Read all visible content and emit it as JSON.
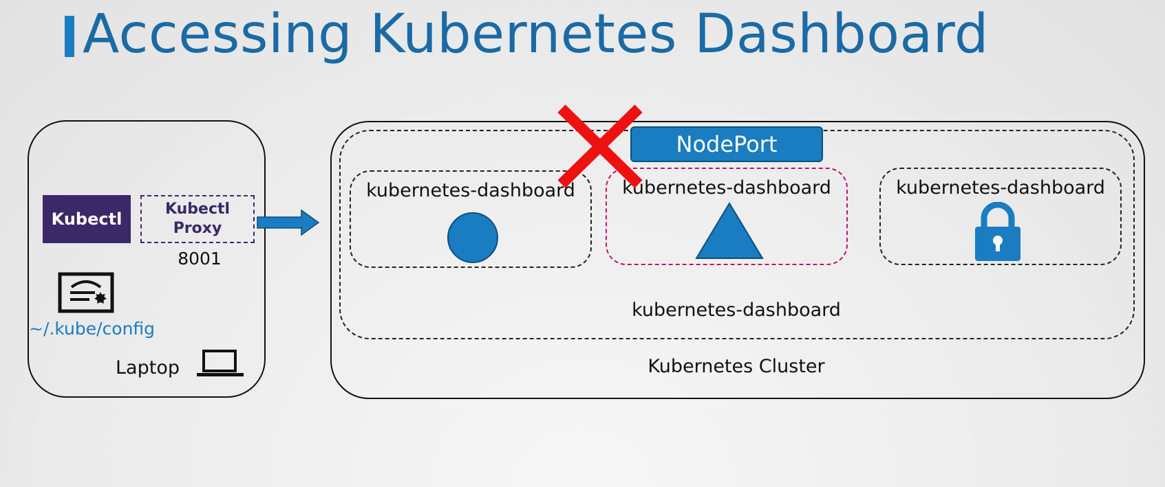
{
  "title": "Accessing Kubernetes Dashboard",
  "laptop": {
    "kubectl_label": "Kubectl",
    "proxy_line1": "Kubectl",
    "proxy_line2": "Proxy",
    "port": "8001",
    "config_path": "~/.kube/config",
    "label": "Laptop"
  },
  "cluster": {
    "label": "Kubernetes Cluster",
    "namespace_label": "kubernetes-dashboard",
    "nodeport_label": "NodePort",
    "pods": [
      {
        "label": "kubernetes-dashboard",
        "icon": "circle-icon"
      },
      {
        "label": "kubernetes-dashboard",
        "icon": "triangle-icon"
      },
      {
        "label": "kubernetes-dashboard",
        "icon": "lock-icon"
      }
    ]
  },
  "colors": {
    "title": "#1a6aa6",
    "accent_blue": "#1a7cc1",
    "kubectl_purple": "#3b2869",
    "cross_red": "#ee1111",
    "nodeport_pod_border": "#c0106e"
  }
}
